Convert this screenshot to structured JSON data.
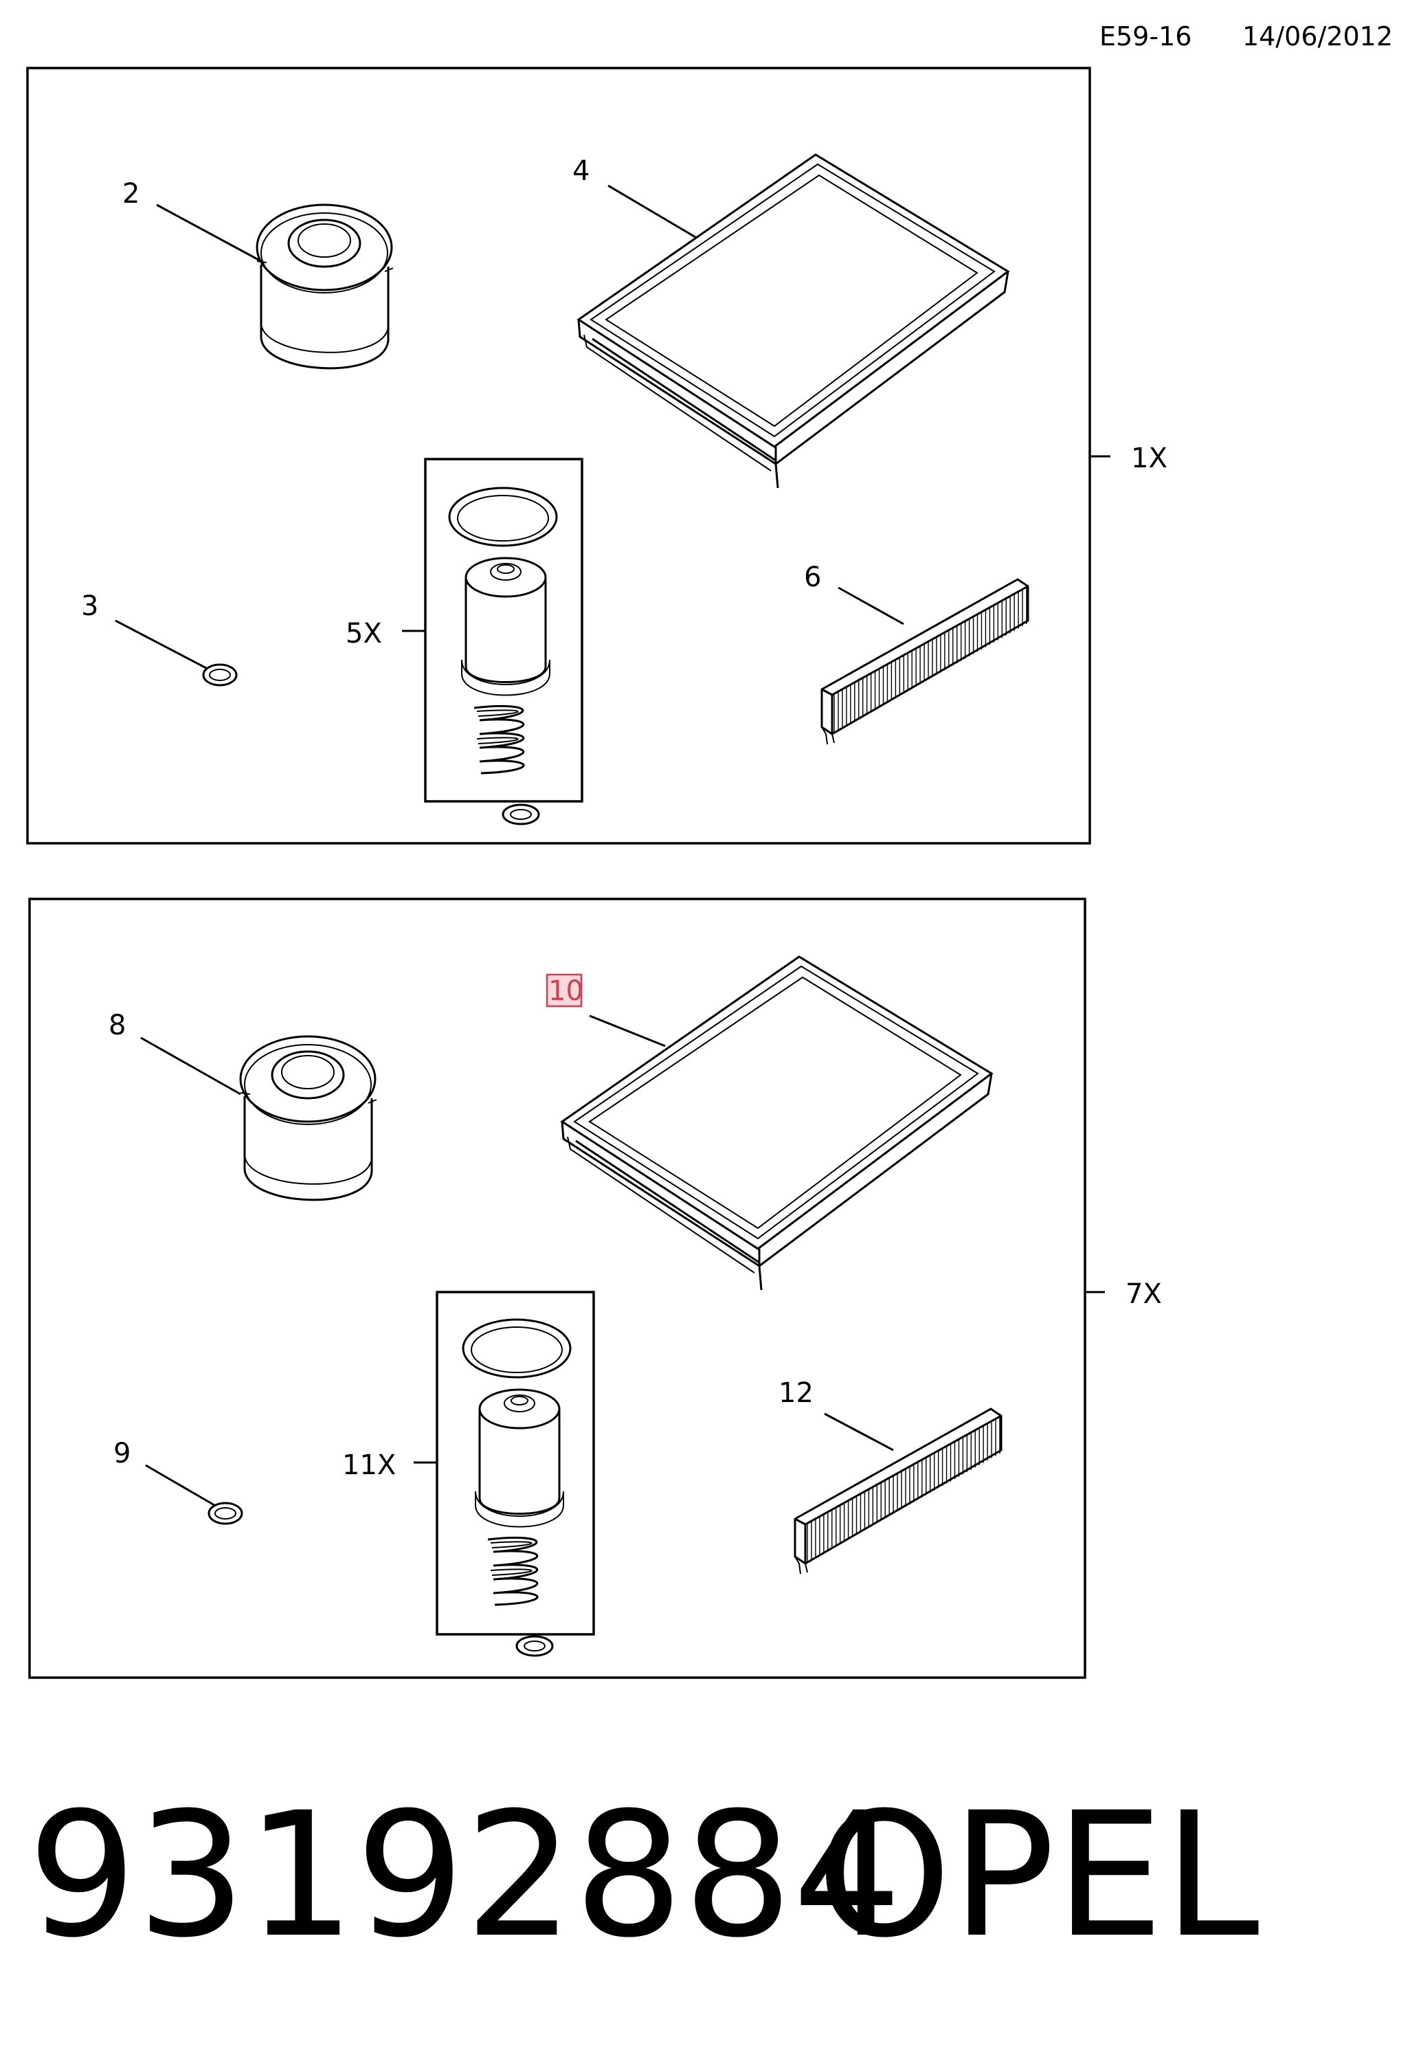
{
  "header": {
    "code": "E59-16",
    "date": "14/06/2012"
  },
  "footer": {
    "part_number": "93192884",
    "brand": "OPEL"
  },
  "kits": [
    {
      "label": "1X",
      "callouts": {
        "oil_filter": "2",
        "air_filter": "4",
        "washer": "3",
        "fuel_kit": "5X",
        "cabin_filter": "6"
      }
    },
    {
      "label": "7X",
      "callouts": {
        "oil_filter": "8",
        "air_filter": "10",
        "washer": "9",
        "fuel_kit": "11X",
        "cabin_filter": "12"
      }
    }
  ],
  "highlight": {
    "callout": "10",
    "color": "#d04050"
  },
  "icons": [
    "oil-filter-icon",
    "air-filter-icon",
    "washer-icon",
    "fuel-filter-kit-icon",
    "cabin-filter-icon"
  ]
}
